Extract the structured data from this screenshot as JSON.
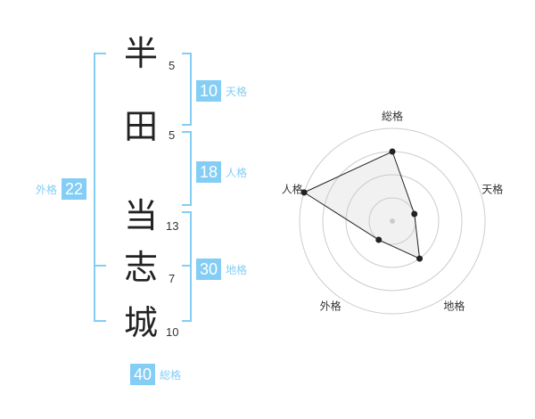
{
  "name_chars": [
    {
      "char": "半",
      "strokes": "5"
    },
    {
      "char": "田",
      "strokes": "5"
    },
    {
      "char": "当",
      "strokes": "13"
    },
    {
      "char": "志",
      "strokes": "7"
    },
    {
      "char": "城",
      "strokes": "10"
    }
  ],
  "fortunes": {
    "tenkaku": {
      "value": "10",
      "label": "天格"
    },
    "jinkaku": {
      "value": "18",
      "label": "人格"
    },
    "chikaku": {
      "value": "30",
      "label": "地格"
    },
    "gaikaku": {
      "value": "22",
      "label": "外格"
    },
    "soukaku": {
      "value": "40",
      "label": "総格"
    }
  },
  "colors": {
    "accent": "#84cdf5",
    "text": "#222222",
    "ring": "#cccccc"
  },
  "chart_data": {
    "type": "radar",
    "axes": [
      "総格",
      "天格",
      "地格",
      "外格",
      "人格"
    ],
    "values": [
      3,
      1,
      2,
      1,
      4
    ],
    "rings": 4
  }
}
